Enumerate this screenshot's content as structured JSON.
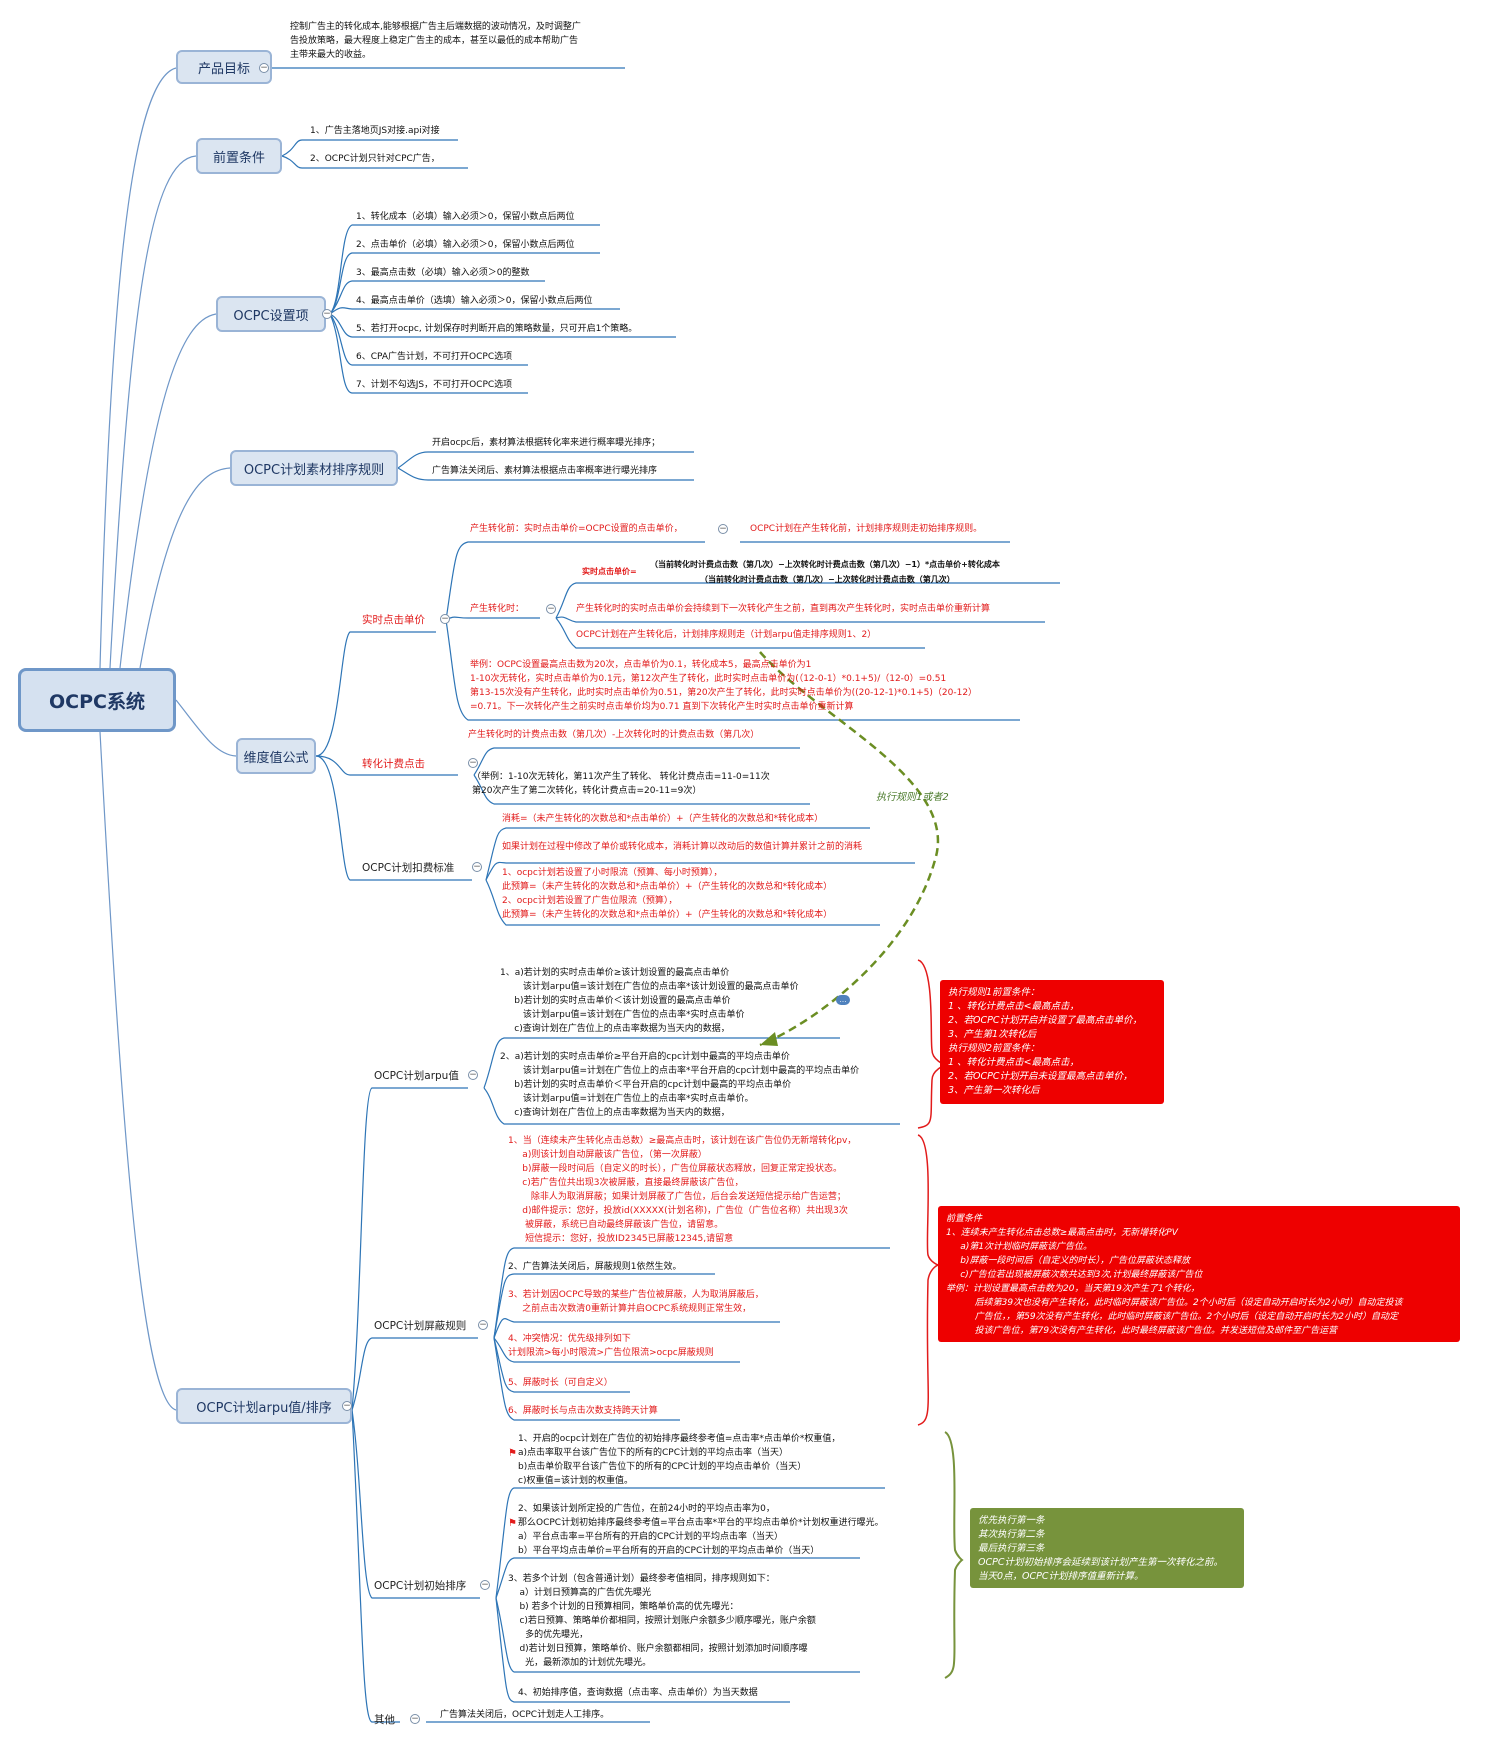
{
  "root": {
    "label": "OCPC系统"
  },
  "branches": {
    "goal": {
      "label": "产品目标",
      "text": "控制广告主的转化成本,能够根据广告主后端数据的波动情况，及时调整广\n告投放策略，最大程度上稳定广告主的成本，甚至以最低的成本帮助广告\n主带来最大的收益。"
    },
    "precondition": {
      "label": "前置条件",
      "items": [
        "1、广告主落地页JS对接.api对接",
        "2、OCPC计划只针对CPC广告，"
      ]
    },
    "settings": {
      "label": "OCPC设置项",
      "items": [
        "1、转化成本（必填）输入必须＞0，保留小数点后两位",
        "2、点击单价（必填）输入必须＞0，保留小数点后两位",
        "3、最高点击数（必填）输入必须＞0的整数",
        "4、最高点击单价（选填）输入必须＞0，保留小数点后两位",
        "5、若打开ocpc, 计划保存时判断开启的策略数量，只可开启1个策略。",
        "6、CPA广告计划，不可打开OCPC选项",
        "7、计划不勾选JS，不可打开OCPC选项"
      ]
    },
    "sorting_rule": {
      "label": "OCPC计划素材排序规则",
      "items": [
        "开启ocpc后，素材算法根据转化率来进行概率曝光排序；",
        "广告算法关闭后、素材算法根据点击率概率进行曝光排序"
      ]
    },
    "formula": {
      "label": "维度值公式",
      "realtime": {
        "label": "实时点击单价",
        "before_label": "产生转化前：实时点击单价=OCPC设置的点击单价，",
        "before_note": "OCPC计划在产生转化前，计划排序规则走初始排序规则。",
        "after_label": "产生转化时：",
        "fraction_label": "实时点击单价=",
        "numerator": "（当前转化时计费点击数（第几次）−上次转化时计费点击数（第几次）−1）*点击单价+转化成本",
        "denominator": "（当前转化时计费点击数（第几次）−上次转化时计费点击数（第几次）",
        "after_line1": "产生转化时的实时点击单价会持续到下一次转化产生之前，直到再次产生转化时，实时点击单价重新计算",
        "after_line2": "OCPC计划在产生转化后，计划排序规则走（计划arpu值走排序规则1、2）",
        "example": "举例：OCPC设置最高点击数为20次，点击单价为0.1，转化成本5，最高点击单价为1\n1-10次无转化，实时点击单价为0.1元，第12次产生了转化，此时实时点击单价为(（12-0-1）*0.1+5)/（12-0）=0.51\n第13-15次没有产生转化，此时实时点击单价为0.51，第20次产生了转化，此时实时点击单价为((20-12-1)*0.1+5)（20-12）\n=0.71。下一次转化产生之前实时点击单价均为0.71 直到下次转化产生时实时点击单价重新计算"
      },
      "billing": {
        "label": "转化计费点击",
        "line1": "产生转化时的计费点击数（第几次）-上次转化时的计费点击数（第几次）",
        "example": "（举例：1-10次无转化，第11次产生了转化、 转化计费点击=11-0=11次\n第20次产生了第二次转化，转化计费点击=20-11=9次）"
      },
      "deduction": {
        "label": "OCPC计划扣费标准",
        "line1": "消耗=（未产生转化的次数总和*点击单价）+（产生转化的次数总和*转化成本）",
        "line2": "如果计划在过程中修改了单价或转化成本，消耗计算以改动后的数值计算并累计之前的消耗",
        "line3": "1、ocpc计划若设置了小时限流（预算、每小时预算），\n此预算=（未产生转化的次数总和*点击单价）+（产生转化的次数总和*转化成本）\n2、ocpc计划若设置了广告位限流（预算），\n此预算=（未产生转化的次数总和*点击单价）+（产生转化的次数总和*转化成本）"
      }
    },
    "arpu": {
      "label": "OCPC计划arpu值/排序",
      "arpu_value": {
        "label": "OCPC计划arpu值",
        "rule1": "1、a)若计划的实时点击单价≥该计划设置的最高点击单价\n        该计划arpu值=该计划在广告位的点击率*该计划设置的最高点击单价\n     b)若计划的实时点击单价＜该计划设置的最高点击单价\n        该计划arpu值=该计划在广告位的点击率*实时点击单价\n     c)查询计划在广告位上的点击率数据为当天内的数据，",
        "rule2": "2、a)若计划的实时点击单价≥平台开启的cpc计划中最高的平均点击单价\n        该计划arpu值=计划在广告位上的点击率*平台开启的cpc计划中最高的平均点击单价\n     b)若计划的实时点击单价＜平台开启的cpc计划中最高的平均点击单价\n        该计划arpu值=计划在广告位上的点击率*实时点击单价。\n     c)查询计划在广告位上的点击率数据为当天内的数据，"
      },
      "shield": {
        "label": "OCPC计划屏蔽规则",
        "item1": "1、当（连续未产生转化点击总数）≥最高点击时，该计划在该广告位仍无新增转化pv，\n     a)则该计划自动屏蔽该广告位，（第一次屏蔽）\n     b)屏蔽一段时间后（自定义的时长），广告位屏蔽状态释放，回复正常定投状态。\n     c)若广告位共出现3次被屏蔽，直接最终屏蔽该广告位，\n        除非人为取消屏蔽；如果计划屏蔽了广告位，后台会发送短信提示给广告运营；\n     d)邮件提示：您好，投放id(XXXXX(计划名称)，广告位（广告位名称）共出现3次\n      被屏蔽，系统已自动最终屏蔽该广告位，请留意。\n      短信提示：您好，投放ID2345已屏蔽12345,请留意",
        "item2": "2、广告算法关闭后，屏蔽规则1依然生效。",
        "item3": "3、若计划因OCPC导致的某些广告位被屏蔽，人为取消屏蔽后，\n     之前点击次数清0重新计算并启OCPC系统规则正常生效，",
        "item4": "4、冲突情况：优先级排列如下\n计划限流>每小时限流>广告位限流>ocpc屏蔽规则",
        "item5": "5、屏蔽时长（可自定义）",
        "item6": "6、屏蔽时长与点击次数支持跨天计算"
      },
      "initial": {
        "label": "OCPC计划初始排序",
        "item1": "1、开启的ocpc计划在广告位的初始排序最终参考值=点击率*点击单价*权重值，\na)点击率取平台该广告位下的所有的CPC计划的平均点击率（当天）\nb)点击单价取平台该广告位下的所有的CPC计划的平均点击单价（当天）\nc)权重值=该计划的权重值。",
        "item2": "2、如果该计划所定投的广告位，在前24小时的平均点击率为0，\n那么OCPC计划初始排序最终参考值=平台点击率*平台的平均点击单价*计划权重进行曝光。\na）平台点击率=平台所有的开启的CPC计划的平均点击率（当天）\nb）平台平均点击单价=平台所有的开启的CPC计划的平均点击单价（当天）",
        "item3": "3、若多个计划（包含普通计划）最终参考值相同，排序规则如下：\n    a）计划日预算高的广告优先曝光\n    b) 若多个计划的日预算相同，策略单价高的优先曝光：\n    c)若日预算、策略单价都相同，按照计划账户余额多少顺序曝光，账户余额\n      多的优先曝光，\n    d)若计划日预算，策略单价、账户余额都相同，按照计划添加时间顺序曝\n      光，最新添加的计划优先曝光。",
        "item4": "4、初始排序值，查询数据（点击率、点击单价）为当天数据"
      },
      "other": {
        "label": "其他",
        "text": "广告算法关闭后，OCPC计划走人工排序。"
      }
    }
  },
  "callouts": {
    "rules_box": "执行规则1前置条件：\n1 、转化计费点击<最高点击，\n2、若OCPC计划开启并设置了最高点击单价，\n3、产生第1次转化后\n执行规则2前置条件：\n1 、转化计费点击<最高点击，\n2、若OCPC计划开启未设置最高点击单价，\n3、产生第一次转化后",
    "shield_box": "前置条件\n1、连续未产生转化点击总数≥最高点击时，无新增转化PV\n     a)第1次计划临时屏蔽该广告位。\n     b)屏蔽一段时间后（自定义的时长），广告位屏蔽状态释放\n     c)广告位若出现被屏蔽次数共达到3次,计划最终屏蔽该广告位\n举例：计划设置最高点击数为20，当天第19次产生了1个转化，\n          后续第39次也没有产生转化，此时临时屏蔽该广告位。2个小时后（设定自动开启时长为2小时）自动定投该\n          广告位，，第59次没有产生转化，此时临时屏蔽该广告位。2个小时后（设定自动开启时长为2小时）自动定\n          投该广告位，第79次没有产生转化，此时最终屏蔽该广告位。并发送短信及邮件至广告运营",
    "green_box": "优先执行第一条\n其次执行第二条\n最后执行第三条\nOCPC计划初始排序会延续到该计划产生第一次转化之前。\n当天0点，OCPC计划排序值重新计算。",
    "dashed_note": "执行规则1或者2"
  },
  "colors": {
    "branch_line": "#6f97c8",
    "red_text": "#e21b1b",
    "red_box": "#ee0000",
    "green_box": "#77933c",
    "dashed": "#6b8e23"
  }
}
